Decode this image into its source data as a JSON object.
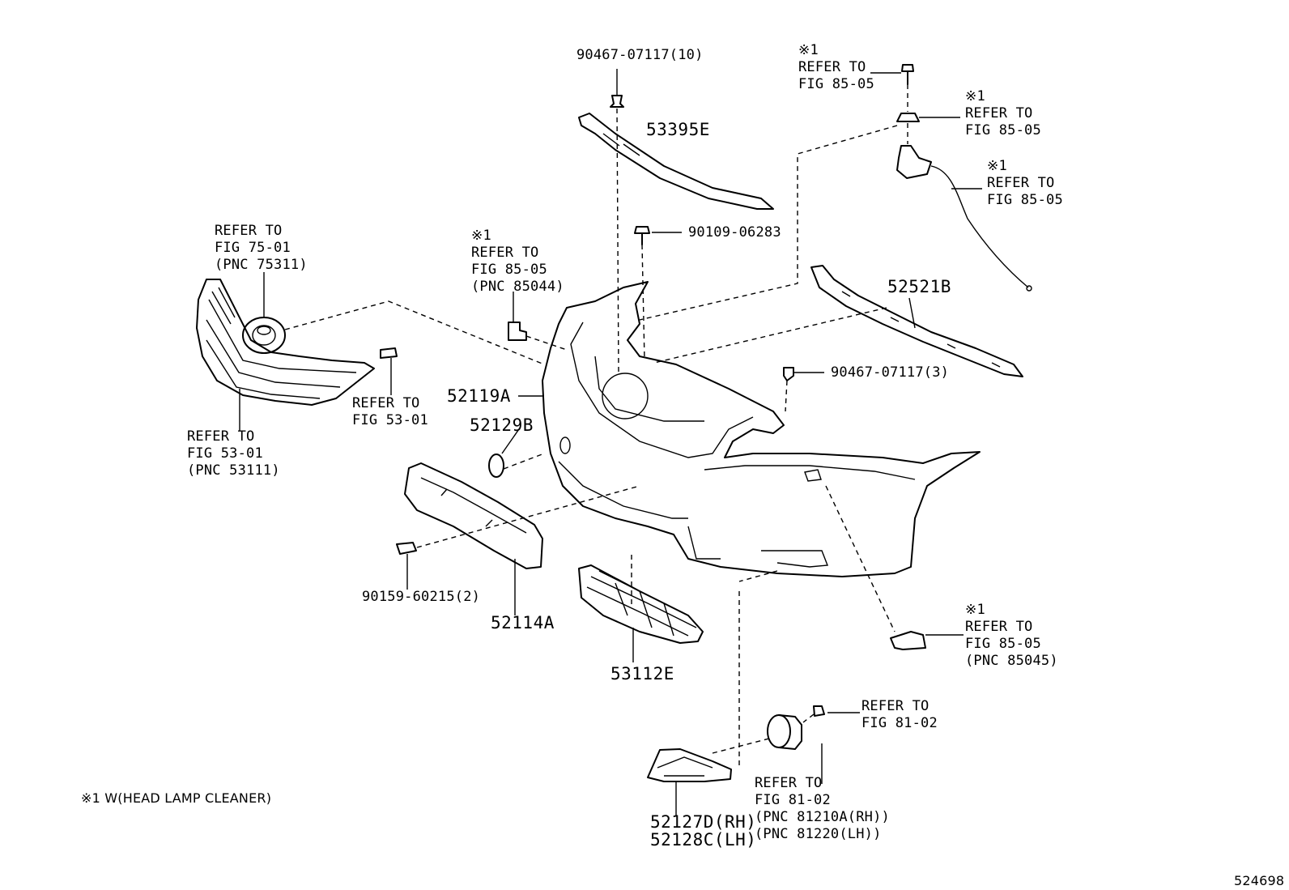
{
  "labels": {
    "clip_top": "90467-07117(10)",
    "retainer_upper": "53395E",
    "note_top_1": "※1\nREFER TO\nFIG 85-05",
    "note_top_2": "※1\nREFER TO\nFIG 85-05",
    "note_top_3": "※1\nREFER TO\nFIG 85-05",
    "screw_center": "90109-06283",
    "note_bracket": "※1\nREFER TO\nFIG 85-05\n(PNC 85044)",
    "emblem_ref": "REFER TO\nFIG 75-01\n(PNC 75311)",
    "retainer_side": "52521B",
    "clip_side": "90467-07117(3)",
    "grille_bolt_ref": "REFER TO\nFIG 53-01",
    "bumper_cover": "52119A",
    "grille_ref": "REFER TO\nFIG 53-01\n(PNC 53111)",
    "cap": "52129B",
    "bolt_lower": "90159-60215(2)",
    "reinforcement": "52114A",
    "lower_grille": "53112E",
    "note_right_bracket": "※1\nREFER TO\nFIG 85-05\n(PNC 85045)",
    "fog_screw_ref": "REFER TO\nFIG 81-02",
    "fog_lamp_ref": "REFER TO\nFIG 81-02\n(PNC 81210A(RH))\n(PNC 81220(LH))",
    "fog_cover_rh": "52127D(RH)",
    "fog_cover_lh": "52128C(LH)",
    "footnote": "※1 W(HEAD LAMP CLEANER)",
    "diagram_id": "524698"
  }
}
